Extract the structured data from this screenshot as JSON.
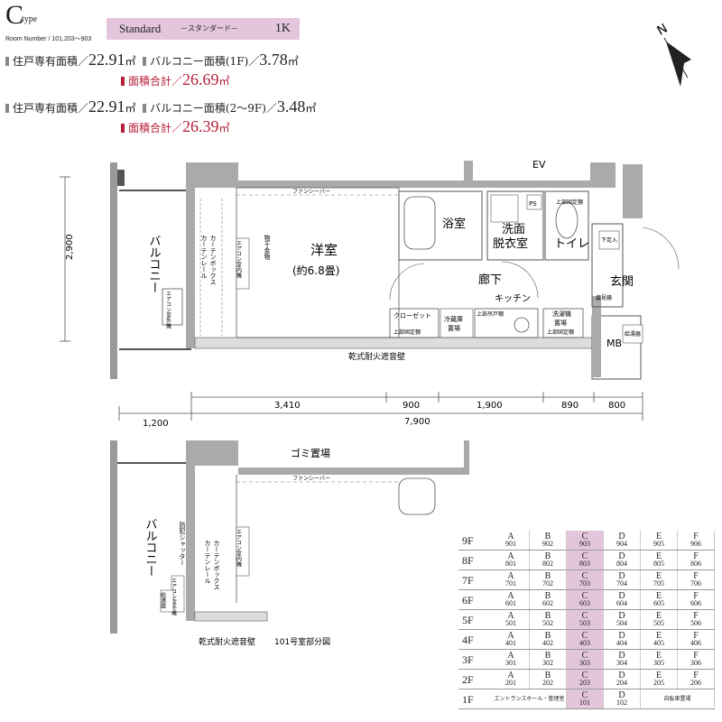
{
  "header": {
    "type_letter": "C",
    "type_word": "type",
    "room_number": "Room Number / 101,203～903",
    "plan_name": "Standard",
    "plan_sub": "－スタンダード－",
    "layout": "1K"
  },
  "area_upper": {
    "private_label": "住戸専有面積／",
    "private_value": "22.91",
    "unit": "㎡",
    "balcony_label": "バルコニー面積(1F)／",
    "balcony_value": "3.78",
    "total_label": "面積合計／",
    "total_value": "26.69"
  },
  "area_lower": {
    "private_label": "住戸専有面積／",
    "private_value": "22.91",
    "unit": "㎡",
    "balcony_label": "バルコニー面積(2～9F)／",
    "balcony_value": "3.48",
    "total_label": "面積合計／",
    "total_value": "26.39"
  },
  "plan_labels": {
    "ev": "EV",
    "ev2": "EV",
    "balcony": "バルコニー",
    "balcony2": "バルコニー",
    "western_room": "洋室",
    "room_size": "(約6.8畳)",
    "bath": "浴室",
    "washroom1": "洗面",
    "washroom2": "脱衣室",
    "toilet": "トイレ",
    "corridor": "廊下",
    "entrance": "玄関",
    "kitchen": "キッチン",
    "closet": "クローゼット",
    "fridge1": "冷蔵庫",
    "fridge2": "置場",
    "washer1": "洗濯機",
    "washer2": "置場",
    "mb": "MB",
    "shoe": "下足入",
    "fire_wall": "乾式耐火遮音壁",
    "fire_wall2": "乾式耐火遮音壁",
    "garbage": "ゴミ置場",
    "fan_supply": "ファンシーバー",
    "fan_supply2": "ファンシーバー",
    "curtain_box": "カーテンボックス",
    "curtain_rail": "カーテンレール",
    "curtain_box2": "カーテンボックス",
    "curtain_rail2": "カーテンレール",
    "aircon_indoor": "エアコン室内機",
    "aircon_outdoor": "エアコン室外機",
    "aircon_indoor2": "エアコン室内機",
    "aircon_outdoor2": "エアコン室外機",
    "hanger": "物干金物",
    "ps": "PS",
    "ps2": "PS",
    "upper_shelf": "上部吊戸棚",
    "upper_fixed": "上部固定棚",
    "upper_fixed2": "上部固定棚",
    "upper_fixed3": "上部固定棚",
    "shutter": "防犯シャッター",
    "water_heater": "給湯器",
    "water_heater2": "給湯器",
    "door_viewer": "姿見鏡",
    "section_note": "101号室部分図",
    "north": "N"
  },
  "dimensions": {
    "height": "2,900",
    "d1": "3,410",
    "d2": "900",
    "d3": "1,900",
    "d4": "890",
    "d5": "800",
    "left": "1,200",
    "total": "7,900"
  },
  "floor_table": {
    "rows": [
      {
        "floor": "9F",
        "cells": [
          [
            "A",
            "901"
          ],
          [
            "B",
            "902"
          ],
          [
            "C",
            "903"
          ],
          [
            "D",
            "904"
          ],
          [
            "E",
            "905"
          ],
          [
            "F",
            "906"
          ]
        ]
      },
      {
        "floor": "8F",
        "cells": [
          [
            "A",
            "801"
          ],
          [
            "B",
            "802"
          ],
          [
            "C",
            "803"
          ],
          [
            "D",
            "804"
          ],
          [
            "E",
            "805"
          ],
          [
            "F",
            "806"
          ]
        ]
      },
      {
        "floor": "7F",
        "cells": [
          [
            "A",
            "701"
          ],
          [
            "B",
            "702"
          ],
          [
            "C",
            "703"
          ],
          [
            "D",
            "704"
          ],
          [
            "E",
            "705"
          ],
          [
            "F",
            "706"
          ]
        ]
      },
      {
        "floor": "6F",
        "cells": [
          [
            "A",
            "601"
          ],
          [
            "B",
            "602"
          ],
          [
            "C",
            "603"
          ],
          [
            "D",
            "604"
          ],
          [
            "E",
            "605"
          ],
          [
            "F",
            "606"
          ]
        ]
      },
      {
        "floor": "5F",
        "cells": [
          [
            "A",
            "501"
          ],
          [
            "B",
            "502"
          ],
          [
            "C",
            "503"
          ],
          [
            "D",
            "504"
          ],
          [
            "E",
            "505"
          ],
          [
            "F",
            "506"
          ]
        ]
      },
      {
        "floor": "4F",
        "cells": [
          [
            "A",
            "401"
          ],
          [
            "B",
            "402"
          ],
          [
            "C",
            "403"
          ],
          [
            "D",
            "404"
          ],
          [
            "E",
            "405"
          ],
          [
            "F",
            "406"
          ]
        ]
      },
      {
        "floor": "3F",
        "cells": [
          [
            "A",
            "301"
          ],
          [
            "B",
            "302"
          ],
          [
            "C",
            "303"
          ],
          [
            "D",
            "304"
          ],
          [
            "E",
            "305"
          ],
          [
            "F",
            "306"
          ]
        ]
      },
      {
        "floor": "2F",
        "cells": [
          [
            "A",
            "201"
          ],
          [
            "B",
            "202"
          ],
          [
            "C",
            "203"
          ],
          [
            "D",
            "204"
          ],
          [
            "E",
            "205"
          ],
          [
            "F",
            "206"
          ]
        ]
      }
    ],
    "first_floor": {
      "floor": "1F",
      "entrance": "エントランスホール・管理室",
      "c": [
        "C",
        "101"
      ],
      "d": [
        "D",
        "102"
      ],
      "bike": "自転車置場"
    },
    "highlight_color": "#e3c6dc"
  }
}
